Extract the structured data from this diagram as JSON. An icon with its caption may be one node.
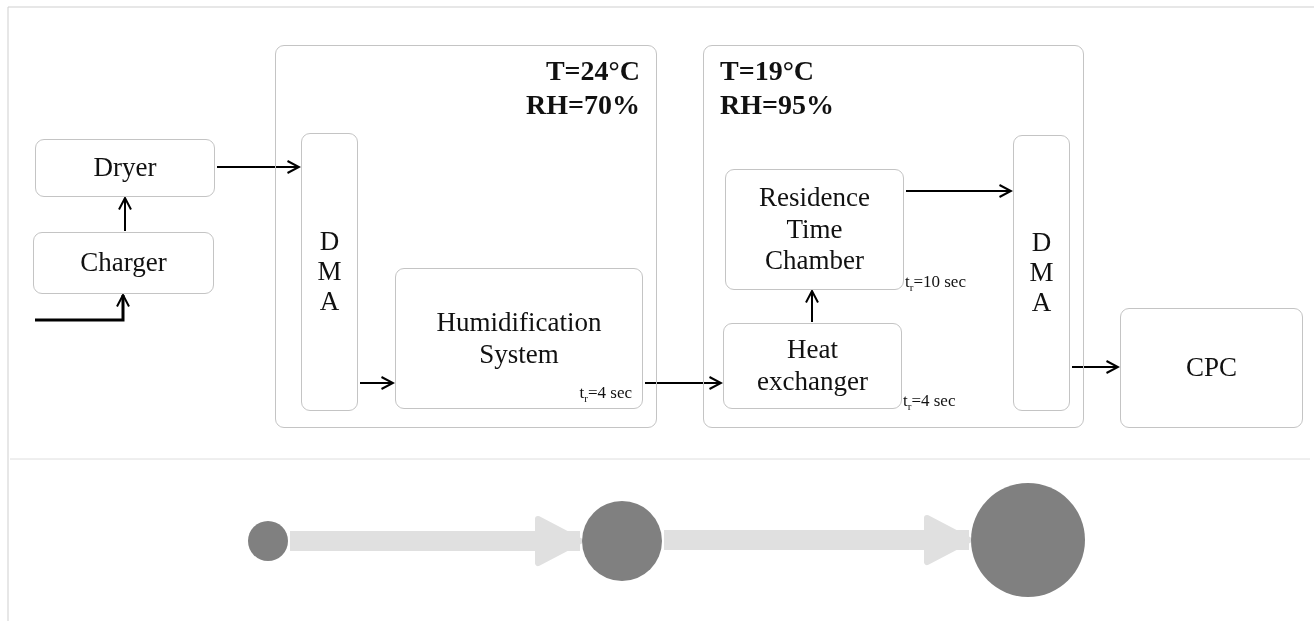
{
  "diagram": {
    "nodes": [
      {
        "text": [
          "Dryer"
        ]
      },
      {
        "text": [
          "Charger"
        ]
      },
      {
        "text": [
          "T=24°C RH=70%"
        ]
      },
      {
        "text": [
          "DMA"
        ],
        "in": 2
      },
      {
        "text": [
          "Humidification System",
          "t$_{r}$=4 sec"
        ],
        "in": 2
      },
      {
        "text": [
          "T=19°C RH=95%"
        ]
      },
      {
        "text": [
          "Residence Time Chamber"
        ],
        "in": 5,
        "beside": [
          "t$_{r}$=10 sec"
        ]
      },
      {
        "text": [
          "Heat exchanger"
        ],
        "in": 5,
        "beside": [
          "t$_{r}$=4 sec"
        ]
      },
      {
        "text": [
          "DMA"
        ],
        "in": 5
      },
      {
        "text": [
          "CPC"
        ]
      },
      {
        "text": [],
        "shape": "circle"
      },
      {
        "text": [],
        "shape": "circle"
      },
      {
        "text": [],
        "shape": "circle"
      }
    ],
    "edges": [
      {
        "from": null,
        "to": 1,
        "arrow": "to"
      },
      {
        "from": 1,
        "to": 0,
        "arrow": "to"
      },
      {
        "from": 0,
        "to": 3,
        "arrow": "to"
      },
      {
        "from": 3,
        "to": 4,
        "arrow": "to"
      },
      {
        "from": 4,
        "to": 7,
        "arrow": "to"
      },
      {
        "from": 7,
        "to": 6,
        "arrow": "to"
      },
      {
        "from": 6,
        "to": 8,
        "arrow": "to"
      },
      {
        "from": 8,
        "to": 9,
        "arrow": "to"
      },
      {
        "from": 10,
        "to": 11,
        "arrow": "to",
        "style": "thick",
        "color": "#e0e0e0"
      },
      {
        "from": 11,
        "to": 12,
        "arrow": "to",
        "style": "thick",
        "color": "#e0e0e0"
      }
    ]
  }
}
